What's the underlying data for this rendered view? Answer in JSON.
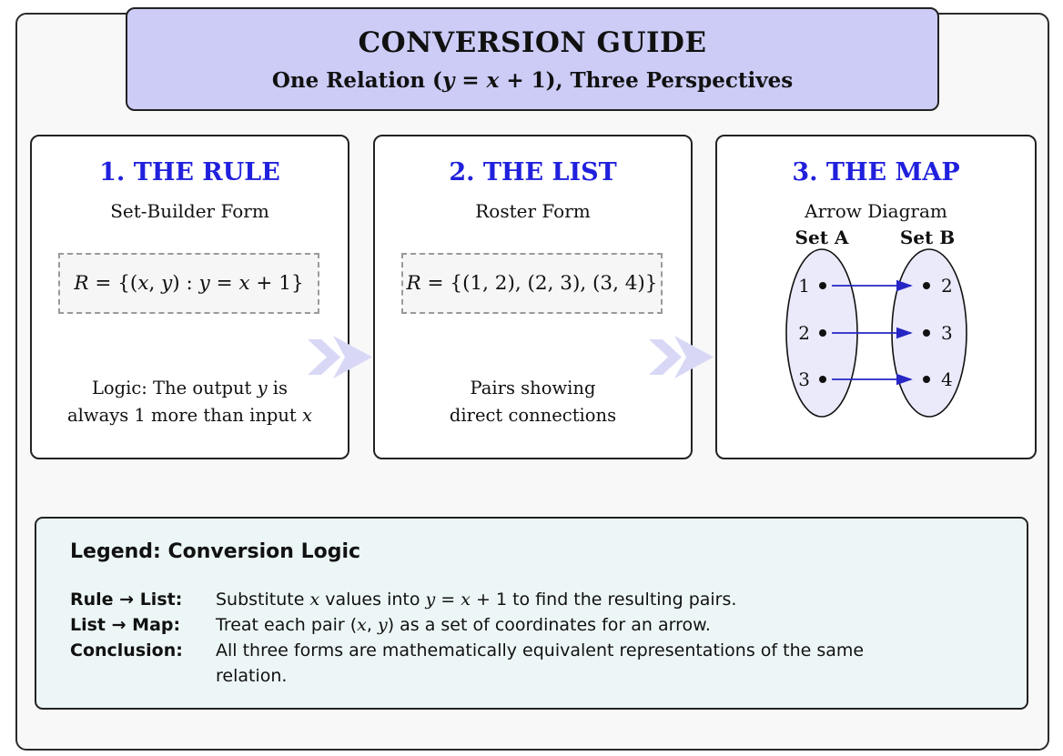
{
  "title_box": {
    "title": "CONVERSION GUIDE",
    "subtitle": "One Relation (*y* = *x* + 1), Three Perspectives"
  },
  "panels": {
    "rule": {
      "heading": "1. THE RULE",
      "subheading": "Set-Builder Form",
      "formula": "*R* = {(*x*, *y*) : *y* = *x* + 1}",
      "note_line1": "Logic: The output *y* is",
      "note_line2": "always 1 more than input *x*"
    },
    "list": {
      "heading": "2. THE LIST",
      "subheading": "Roster Form",
      "formula": "*R* = {(1, 2), (2, 3), (3, 4)}",
      "note_line1": "Pairs showing",
      "note_line2": "direct connections"
    },
    "map": {
      "heading": "3. THE MAP",
      "subheading": "Arrow Diagram",
      "set_a_label": "Set A",
      "set_b_label": "Set B",
      "pairs": [
        {
          "from": "1",
          "to": "2"
        },
        {
          "from": "2",
          "to": "3"
        },
        {
          "from": "3",
          "to": "4"
        }
      ]
    }
  },
  "legend": {
    "heading": "Legend: Conversion Logic",
    "rows": [
      {
        "label": "Rule → List:",
        "description": "Substitute *x* values into *y* = *x* + 1 to find the resulting pairs."
      },
      {
        "label": "List → Map:",
        "description": "Treat each pair (*x*, *y*) as a set of coordinates for an arrow."
      },
      {
        "label": "Conclusion:",
        "description": "All three forms are mathematically equivalent representations of the same relation."
      }
    ]
  },
  "colors": {
    "accent-blue": "#2020dd",
    "arrow-blue": "#2626c4",
    "lavender": "#ccccf7",
    "chevron": "#d8d8f6",
    "ellipse-fill": "#eaeafb",
    "legend-bg": "#edf6f6"
  }
}
